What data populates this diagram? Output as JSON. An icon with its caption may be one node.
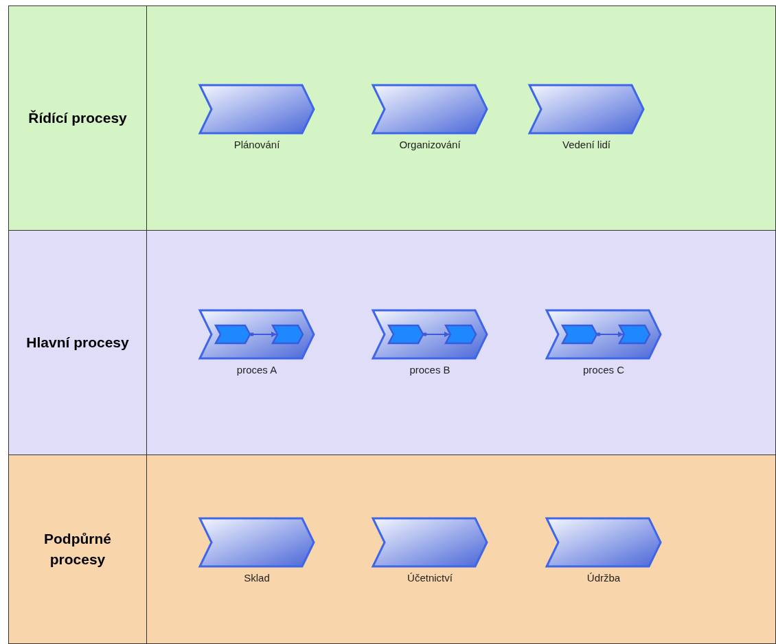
{
  "diagram": {
    "nodes": [
      {
        "text": [
          "Řídící procesy"
        ]
      },
      {
        "text": [],
        "shape": "chevron",
        "in": 0,
        "beside": [
          "Plánování"
        ]
      },
      {
        "text": [],
        "shape": "chevron",
        "in": 0,
        "beside": [
          "Organizování"
        ]
      },
      {
        "text": [],
        "shape": "chevron",
        "in": 0,
        "beside": [
          "Vedení lidí"
        ]
      },
      {
        "text": [
          "Hlavní procesy"
        ]
      },
      {
        "text": [],
        "shape": "chevron",
        "in": 4,
        "beside": [
          "proces A"
        ]
      },
      {
        "text": [],
        "shape": "chevron",
        "in": 5
      },
      {
        "text": [],
        "shape": "chevron",
        "in": 5
      },
      {
        "text": [],
        "shape": "chevron",
        "in": 4,
        "beside": [
          "proces B"
        ]
      },
      {
        "text": [],
        "shape": "chevron",
        "in": 8
      },
      {
        "text": [],
        "shape": "chevron",
        "in": 8
      },
      {
        "text": [],
        "shape": "chevron",
        "in": 4,
        "beside": [
          "proces C"
        ]
      },
      {
        "text": [],
        "shape": "chevron",
        "in": 11
      },
      {
        "text": [],
        "shape": "chevron",
        "in": 11
      },
      {
        "text": [
          "Podpůrné procesy"
        ]
      },
      {
        "text": [],
        "shape": "chevron",
        "in": 14,
        "beside": [
          "Sklad"
        ]
      },
      {
        "text": [],
        "shape": "chevron",
        "in": 14,
        "beside": [
          "Účetnictví"
        ]
      },
      {
        "text": [],
        "shape": "chevron",
        "in": 14,
        "beside": [
          "Údržba"
        ]
      }
    ],
    "edges": [
      {
        "from": 6,
        "to": 7,
        "arrow": "to"
      },
      {
        "from": 9,
        "to": 10,
        "arrow": "to"
      },
      {
        "from": 12,
        "to": 13,
        "arrow": "to"
      }
    ]
  }
}
